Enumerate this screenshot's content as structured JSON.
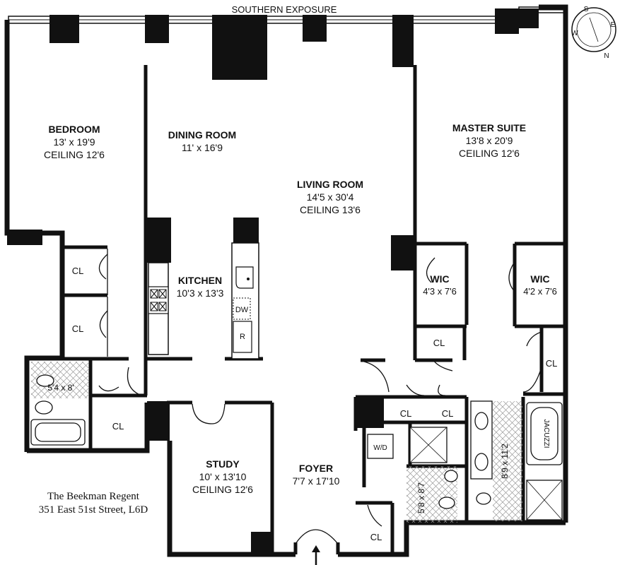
{
  "header": {
    "exposure": "SOUTHERN EXPOSURE"
  },
  "compass": {
    "s": "S",
    "w": "W",
    "n": "N",
    "e": "E"
  },
  "rooms": {
    "bedroom": {
      "name": "BEDROOM",
      "size": "13' x 19'9",
      "ceiling": "CEILING 12'6"
    },
    "dining": {
      "name": "DINING ROOM",
      "size": "11' x 16'9"
    },
    "living": {
      "name": "LIVING ROOM",
      "size": "14'5 x 30'4",
      "ceiling": "CEILING 13'6"
    },
    "master": {
      "name": "MASTER SUITE",
      "size": "13'8 x 20'9",
      "ceiling": "CEILING 12'6"
    },
    "kitchen": {
      "name": "KITCHEN",
      "size": "10'3 x 13'3"
    },
    "wic1": {
      "name": "WIC",
      "size": "4'3 x 7'6"
    },
    "wic2": {
      "name": "WIC",
      "size": "4'2 x 7'6"
    },
    "study": {
      "name": "STUDY",
      "size": "10' x 13'10",
      "ceiling": "CEILING 12'6"
    },
    "foyer": {
      "name": "FOYER",
      "size": "7'7 x 17'10"
    },
    "bath1": {
      "size": "5'4 x 8'"
    },
    "bath2": {
      "size": "5'8 x 8'7"
    },
    "bath3": {
      "size": "8'9 x 11'2"
    }
  },
  "fixtures": {
    "cl": "CL",
    "dw": "DW",
    "r": "R",
    "wd": "W/D",
    "jacuzzi": "JACUZZI"
  },
  "address": {
    "line1": "The Beekman Regent",
    "line2": "351 East 51st Street, L6D"
  }
}
